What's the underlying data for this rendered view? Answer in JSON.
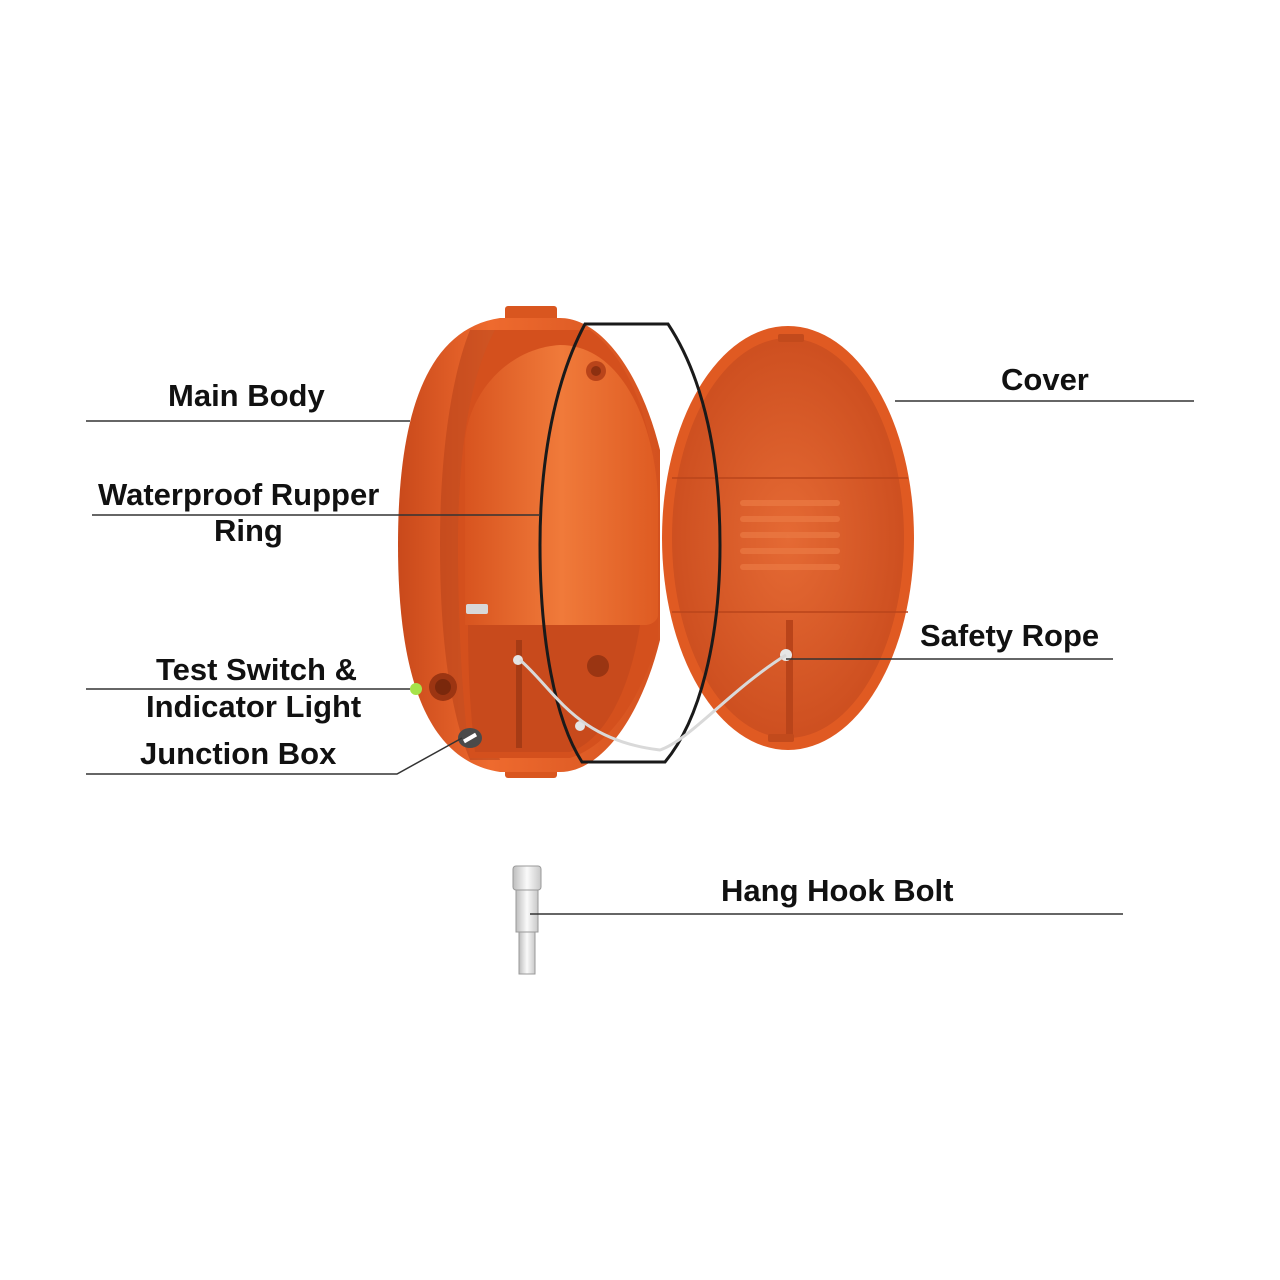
{
  "diagram": {
    "colors": {
      "shell": "#e15c24",
      "shell_dark": "#b8431a",
      "interior": "#d9521d",
      "rubber_ring": "#1a1a1a",
      "leader_line": "#333333",
      "indicator_light": "#a6e34a",
      "bolt": "#e8e8e8",
      "background": "#ffffff"
    },
    "labels": {
      "main_body": "Main Body",
      "waterproof_line1": "Waterproof Rupper",
      "waterproof_line2": "Ring",
      "test_switch_line1": "Test Switch &",
      "test_switch_line2": "Indicator Light",
      "junction_box": "Junction Box",
      "cover": "Cover",
      "safety_rope": "Safety Rope",
      "hang_hook_bolt": "Hang Hook Bolt"
    },
    "icons": {
      "main_body": "orange-shell-half",
      "cover": "orange-cover-half",
      "ring": "black-rubber-ring",
      "bolt": "metal-bolt"
    }
  }
}
